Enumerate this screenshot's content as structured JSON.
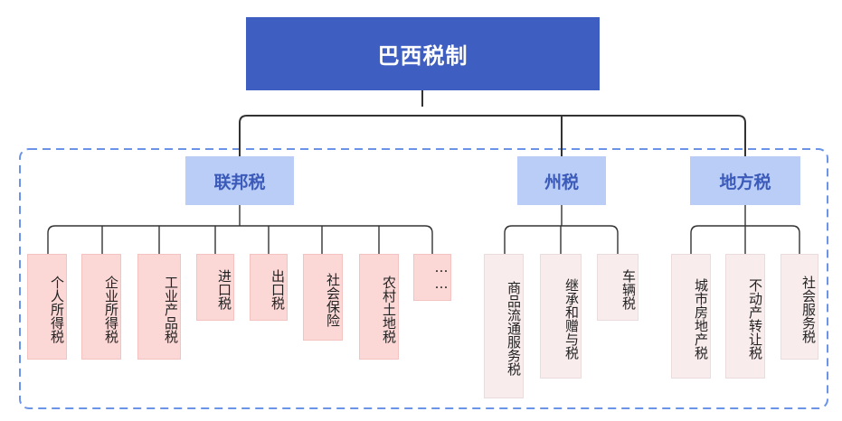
{
  "root": {
    "label": "巴西税制"
  },
  "categories": [
    {
      "label": "联邦税",
      "items": [
        "个人所得税",
        "企业所得税",
        "工业产品税",
        "进口税",
        "出口税",
        "社会保险",
        "农村土地税",
        "……"
      ]
    },
    {
      "label": "州税",
      "items": [
        "商品流通服务税",
        "继承和赠与税",
        "车辆税"
      ]
    },
    {
      "label": "地方税",
      "items": [
        "城市房地产税",
        "不动产转让税",
        "社会服务税"
      ]
    }
  ],
  "colors": {
    "root_fill": "#3f5ec1",
    "category_fill": "#b9cdf6",
    "category_text": "#3b5ab9",
    "federal_leaf_fill": "#fbd7d6",
    "state_local_leaf_fill": "#f9eced",
    "connector": "#333333",
    "group_border": "#6b93e8"
  }
}
